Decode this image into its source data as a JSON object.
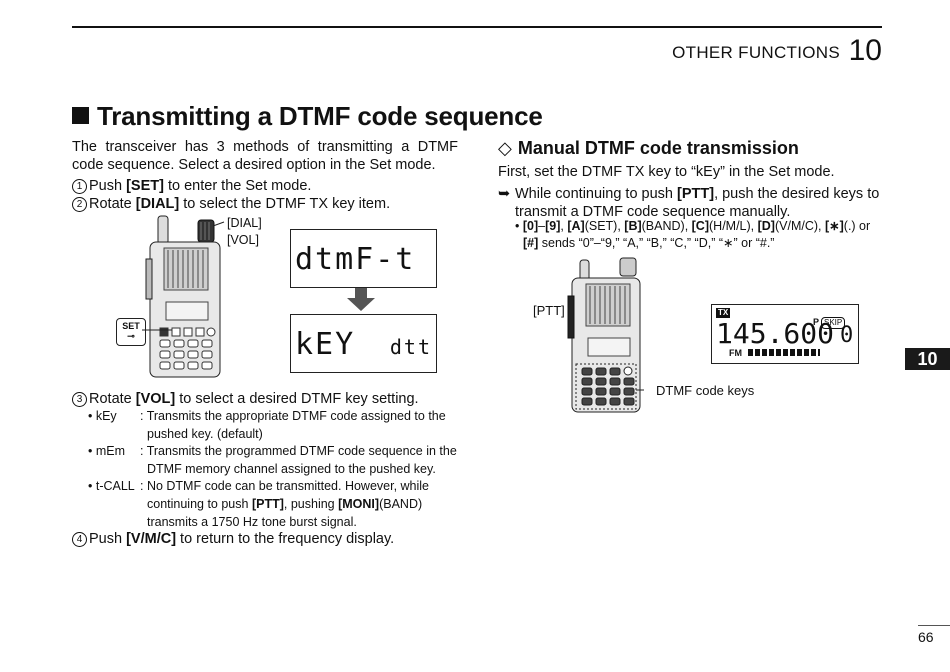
{
  "header": {
    "section_title": "OTHER FUNCTIONS",
    "chapter_number": "10"
  },
  "title": "Transmitting a DTMF code sequence",
  "left": {
    "intro": "The transceiver has 3 methods of transmitting a DTMF code sequence. Select a desired option in the Set mode.",
    "steps": [
      {
        "num": "1",
        "pre": "Push ",
        "key": "[SET]",
        "post": " to enter the Set mode."
      },
      {
        "num": "2",
        "pre": "Rotate ",
        "key": "[DIAL]",
        "post": " to select the DTMF TX key item."
      },
      {
        "num": "3",
        "pre": "Rotate ",
        "key": "[VOL]",
        "post": " to select a desired DTMF key setting."
      },
      {
        "num": "4",
        "pre": "Push ",
        "key": "[V/M/C]",
        "post": " to return to the frequency display."
      }
    ],
    "figure": {
      "dial_label": "[DIAL]",
      "vol_label": "[VOL]",
      "set_key_label": "SET",
      "lcd_top": "dtmF-t",
      "lcd_bottom_left": "kEY",
      "lcd_bottom_right": "dtt"
    },
    "options": [
      {
        "key": "• kEy",
        "desc": ": Transmits the appropriate DTMF code assigned to the",
        "desc2": "pushed key. (default)"
      },
      {
        "key": "• mEm",
        "desc": ": Transmits the programmed DTMF code sequence in the",
        "desc2": "DTMF memory channel assigned to the pushed key."
      },
      {
        "key": "• t-CALL",
        "desc_pre": ": No DTMF code can be transmitted. However, while",
        "desc2_pre": "continuing to push ",
        "desc2_k1": "[PTT]",
        "desc2_mid": ", pushing ",
        "desc2_k2": "[MONI]",
        "desc2_post": "(BAND)",
        "desc3": "transmits a 1750 Hz tone burst signal."
      }
    ]
  },
  "right": {
    "heading_symbol": "◇",
    "heading": "Manual DTMF code transmission",
    "intro": "First, set the DTMF TX key to “kEy” in the Set mode.",
    "bullet_symbol": "➥",
    "bullet_pre": "While continuing to push ",
    "bullet_key": "[PTT]",
    "bullet_post1": ", push the desired keys to",
    "bullet_line2": "transmit a DTMF code sequence manually.",
    "sub": {
      "k0": "[0]",
      "dash": "–",
      "k9": "[9]",
      "kA": "[A]",
      "tA": "(SET), ",
      "kB": "[B]",
      "tB": "(BAND), ",
      "kC": "[C]",
      "tC": "(H/M/L), ",
      "kD": "[D]",
      "tD": "(V/M/C), ",
      "kStar": "[∗]",
      "tStar": "(.) or",
      "kHash": "[#]",
      "tHash": " sends “0”–“9,” “A,” “B,” “C,” “D,” “∗” or “#.”"
    },
    "figure": {
      "ptt_label": "[PTT]",
      "keys_label": "DTMF code keys",
      "lcd_tx": "TX",
      "lcd_freq": "145.600",
      "lcd_p": "P",
      "lcd_skip": "SKIP",
      "lcd_ch": "0",
      "lcd_fm": "FM"
    }
  },
  "side_tab": "10",
  "page_number": "66"
}
